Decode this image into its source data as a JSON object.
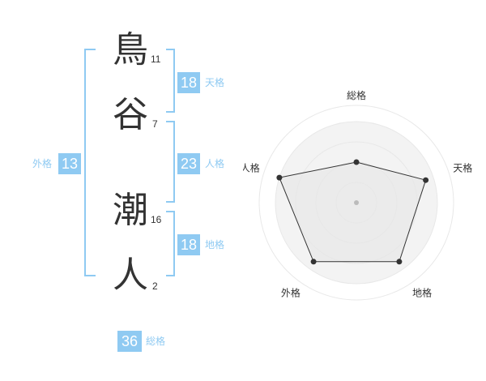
{
  "name": {
    "chars": [
      {
        "char": "鳥",
        "strokes": "11"
      },
      {
        "char": "谷",
        "strokes": "7"
      },
      {
        "char": "潮",
        "strokes": "16"
      },
      {
        "char": "人",
        "strokes": "2"
      }
    ]
  },
  "fortune": {
    "tenkaku": {
      "value": "18",
      "label": "天格"
    },
    "jinkaku": {
      "value": "23",
      "label": "人格"
    },
    "chikaku": {
      "value": "18",
      "label": "地格"
    },
    "gaikaku": {
      "value": "13",
      "label": "外格"
    },
    "soukaku": {
      "value": "36",
      "label": "総格"
    }
  },
  "colors": {
    "accent": "#8fcaf2",
    "text": "#333333",
    "grid": "#e8e8e8",
    "fill": "#f3f3f3"
  },
  "chart_data": {
    "type": "radar",
    "axes": [
      "総格",
      "天格",
      "地格",
      "外格",
      "人格"
    ],
    "values": [
      0.5,
      0.9,
      0.9,
      0.9,
      1.0
    ],
    "rings": 4,
    "max": 1
  }
}
